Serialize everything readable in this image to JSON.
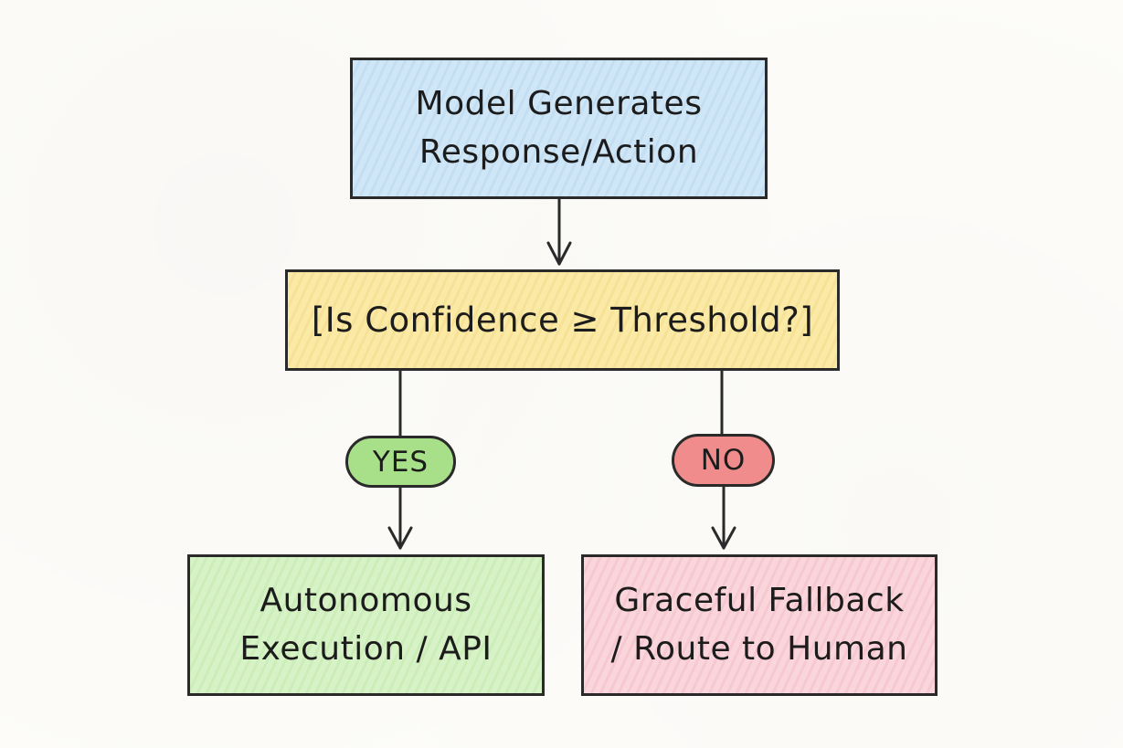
{
  "nodes": {
    "generate": {
      "line1": "Model Generates",
      "line2": "Response/Action"
    },
    "decision": {
      "label": "[Is Confidence ≥ Threshold?]"
    },
    "execute": {
      "line1": "Autonomous",
      "line2": "Execution / API"
    },
    "fallback": {
      "line1": "Graceful Fallback",
      "line2": "/ Route to Human"
    }
  },
  "branches": {
    "yes": "YES",
    "no": "NO"
  },
  "colors": {
    "generate_fill": "#cfe6f7",
    "decision_fill": "#fbeaa6",
    "execute_fill": "#d6f2c6",
    "fallback_fill": "#fbd5dc",
    "yes_fill": "#a8e08a",
    "no_fill": "#f08c8c",
    "stroke": "#2a2a2a"
  }
}
